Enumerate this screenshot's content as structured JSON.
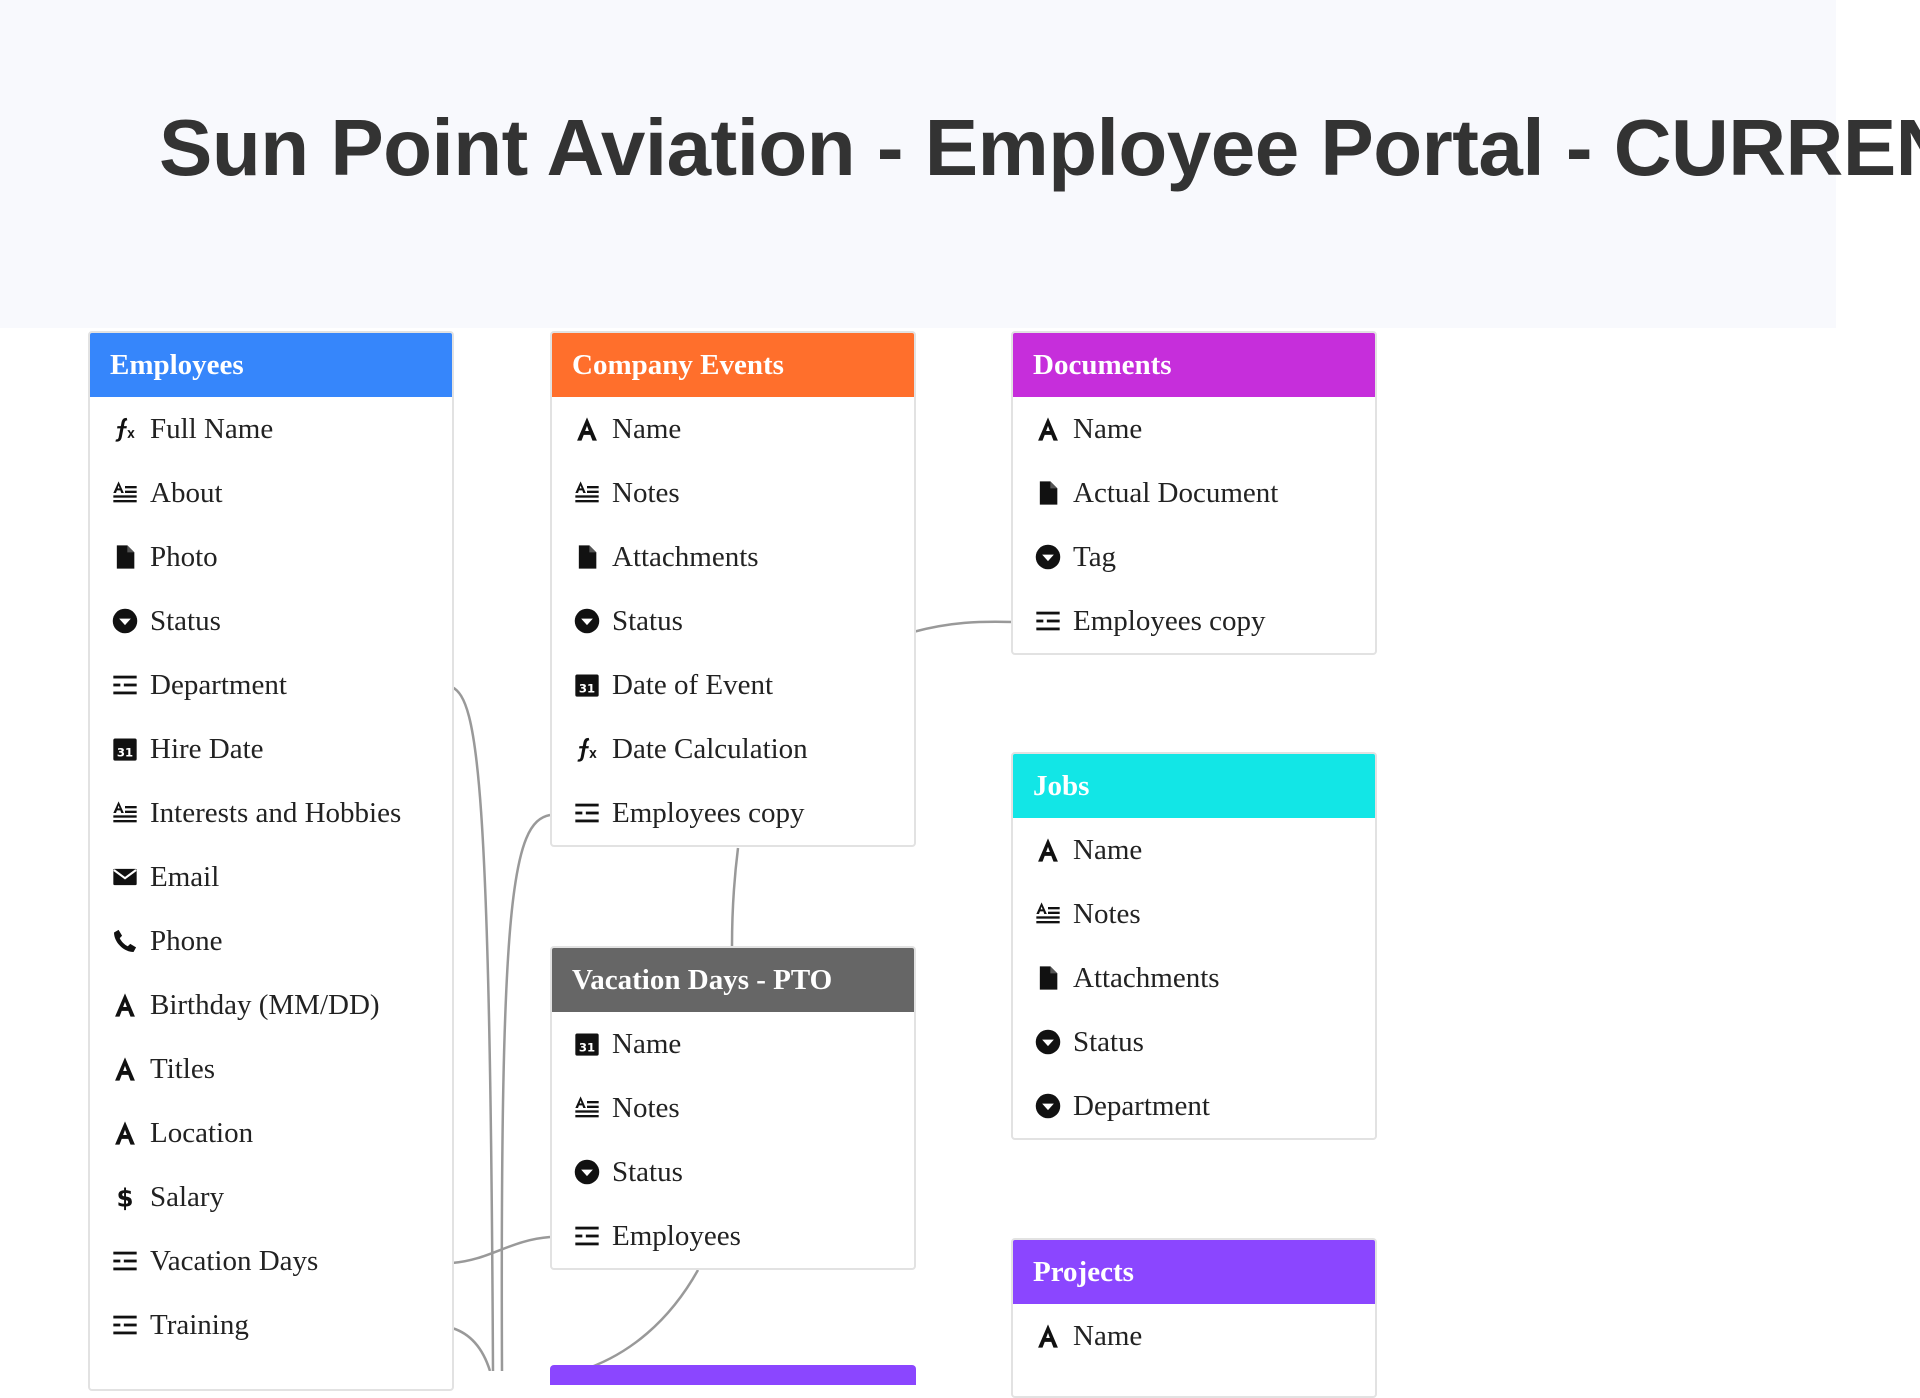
{
  "page": {
    "title": "Sun Point Aviation - Employee Portal - CURRENT"
  },
  "colors": {
    "employees": "#3686fb",
    "company_events": "#ff6f2c",
    "documents": "#c62edb",
    "jobs": "#12e6e6",
    "vacation_days": "#666666",
    "projects": "#8b46ff",
    "connector": "#999999"
  },
  "tables": [
    {
      "id": "employees",
      "name": "Employees",
      "color": "#3686fb",
      "fields": [
        {
          "label": "Full Name",
          "icon": "formula-icon"
        },
        {
          "label": "About",
          "icon": "long-text-icon"
        },
        {
          "label": "Photo",
          "icon": "attachment-icon"
        },
        {
          "label": "Status",
          "icon": "single-select-icon"
        },
        {
          "label": "Department",
          "icon": "linked-record-icon"
        },
        {
          "label": "Hire Date",
          "icon": "calendar-icon"
        },
        {
          "label": "Interests and Hobbies",
          "icon": "long-text-icon"
        },
        {
          "label": "Email",
          "icon": "email-icon"
        },
        {
          "label": "Phone",
          "icon": "phone-icon"
        },
        {
          "label": "Birthday (MM/DD)",
          "icon": "text-icon"
        },
        {
          "label": "Titles",
          "icon": "text-icon"
        },
        {
          "label": "Location",
          "icon": "text-icon"
        },
        {
          "label": "Salary",
          "icon": "currency-icon"
        },
        {
          "label": "Vacation Days",
          "icon": "linked-record-icon"
        },
        {
          "label": "Training",
          "icon": "linked-record-icon"
        }
      ]
    },
    {
      "id": "company-events",
      "name": "Company Events",
      "color": "#ff6f2c",
      "fields": [
        {
          "label": "Name",
          "icon": "text-icon"
        },
        {
          "label": "Notes",
          "icon": "long-text-icon"
        },
        {
          "label": "Attachments",
          "icon": "attachment-icon"
        },
        {
          "label": "Status",
          "icon": "single-select-icon"
        },
        {
          "label": "Date of Event",
          "icon": "calendar-icon"
        },
        {
          "label": "Date Calculation",
          "icon": "formula-icon"
        },
        {
          "label": "Employees copy",
          "icon": "linked-record-icon"
        }
      ]
    },
    {
      "id": "documents",
      "name": "Documents",
      "color": "#c62edb",
      "fields": [
        {
          "label": "Name",
          "icon": "text-icon"
        },
        {
          "label": "Actual Document",
          "icon": "attachment-icon"
        },
        {
          "label": "Tag",
          "icon": "single-select-icon"
        },
        {
          "label": "Employees copy",
          "icon": "linked-record-icon"
        }
      ]
    },
    {
      "id": "vacation-days",
      "name": "Vacation Days - PTO",
      "color": "#666666",
      "fields": [
        {
          "label": "Name",
          "icon": "calendar-icon"
        },
        {
          "label": "Notes",
          "icon": "long-text-icon"
        },
        {
          "label": "Status",
          "icon": "single-select-icon"
        },
        {
          "label": "Employees",
          "icon": "linked-record-icon"
        }
      ]
    },
    {
      "id": "jobs",
      "name": "Jobs",
      "color": "#12e6e6",
      "fields": [
        {
          "label": "Name",
          "icon": "text-icon"
        },
        {
          "label": "Notes",
          "icon": "long-text-icon"
        },
        {
          "label": "Attachments",
          "icon": "attachment-icon"
        },
        {
          "label": "Status",
          "icon": "single-select-icon"
        },
        {
          "label": "Department",
          "icon": "single-select-icon"
        }
      ]
    },
    {
      "id": "projects",
      "name": "Projects",
      "color": "#8b46ff",
      "fields": [
        {
          "label": "Name",
          "icon": "text-icon"
        }
      ]
    }
  ]
}
